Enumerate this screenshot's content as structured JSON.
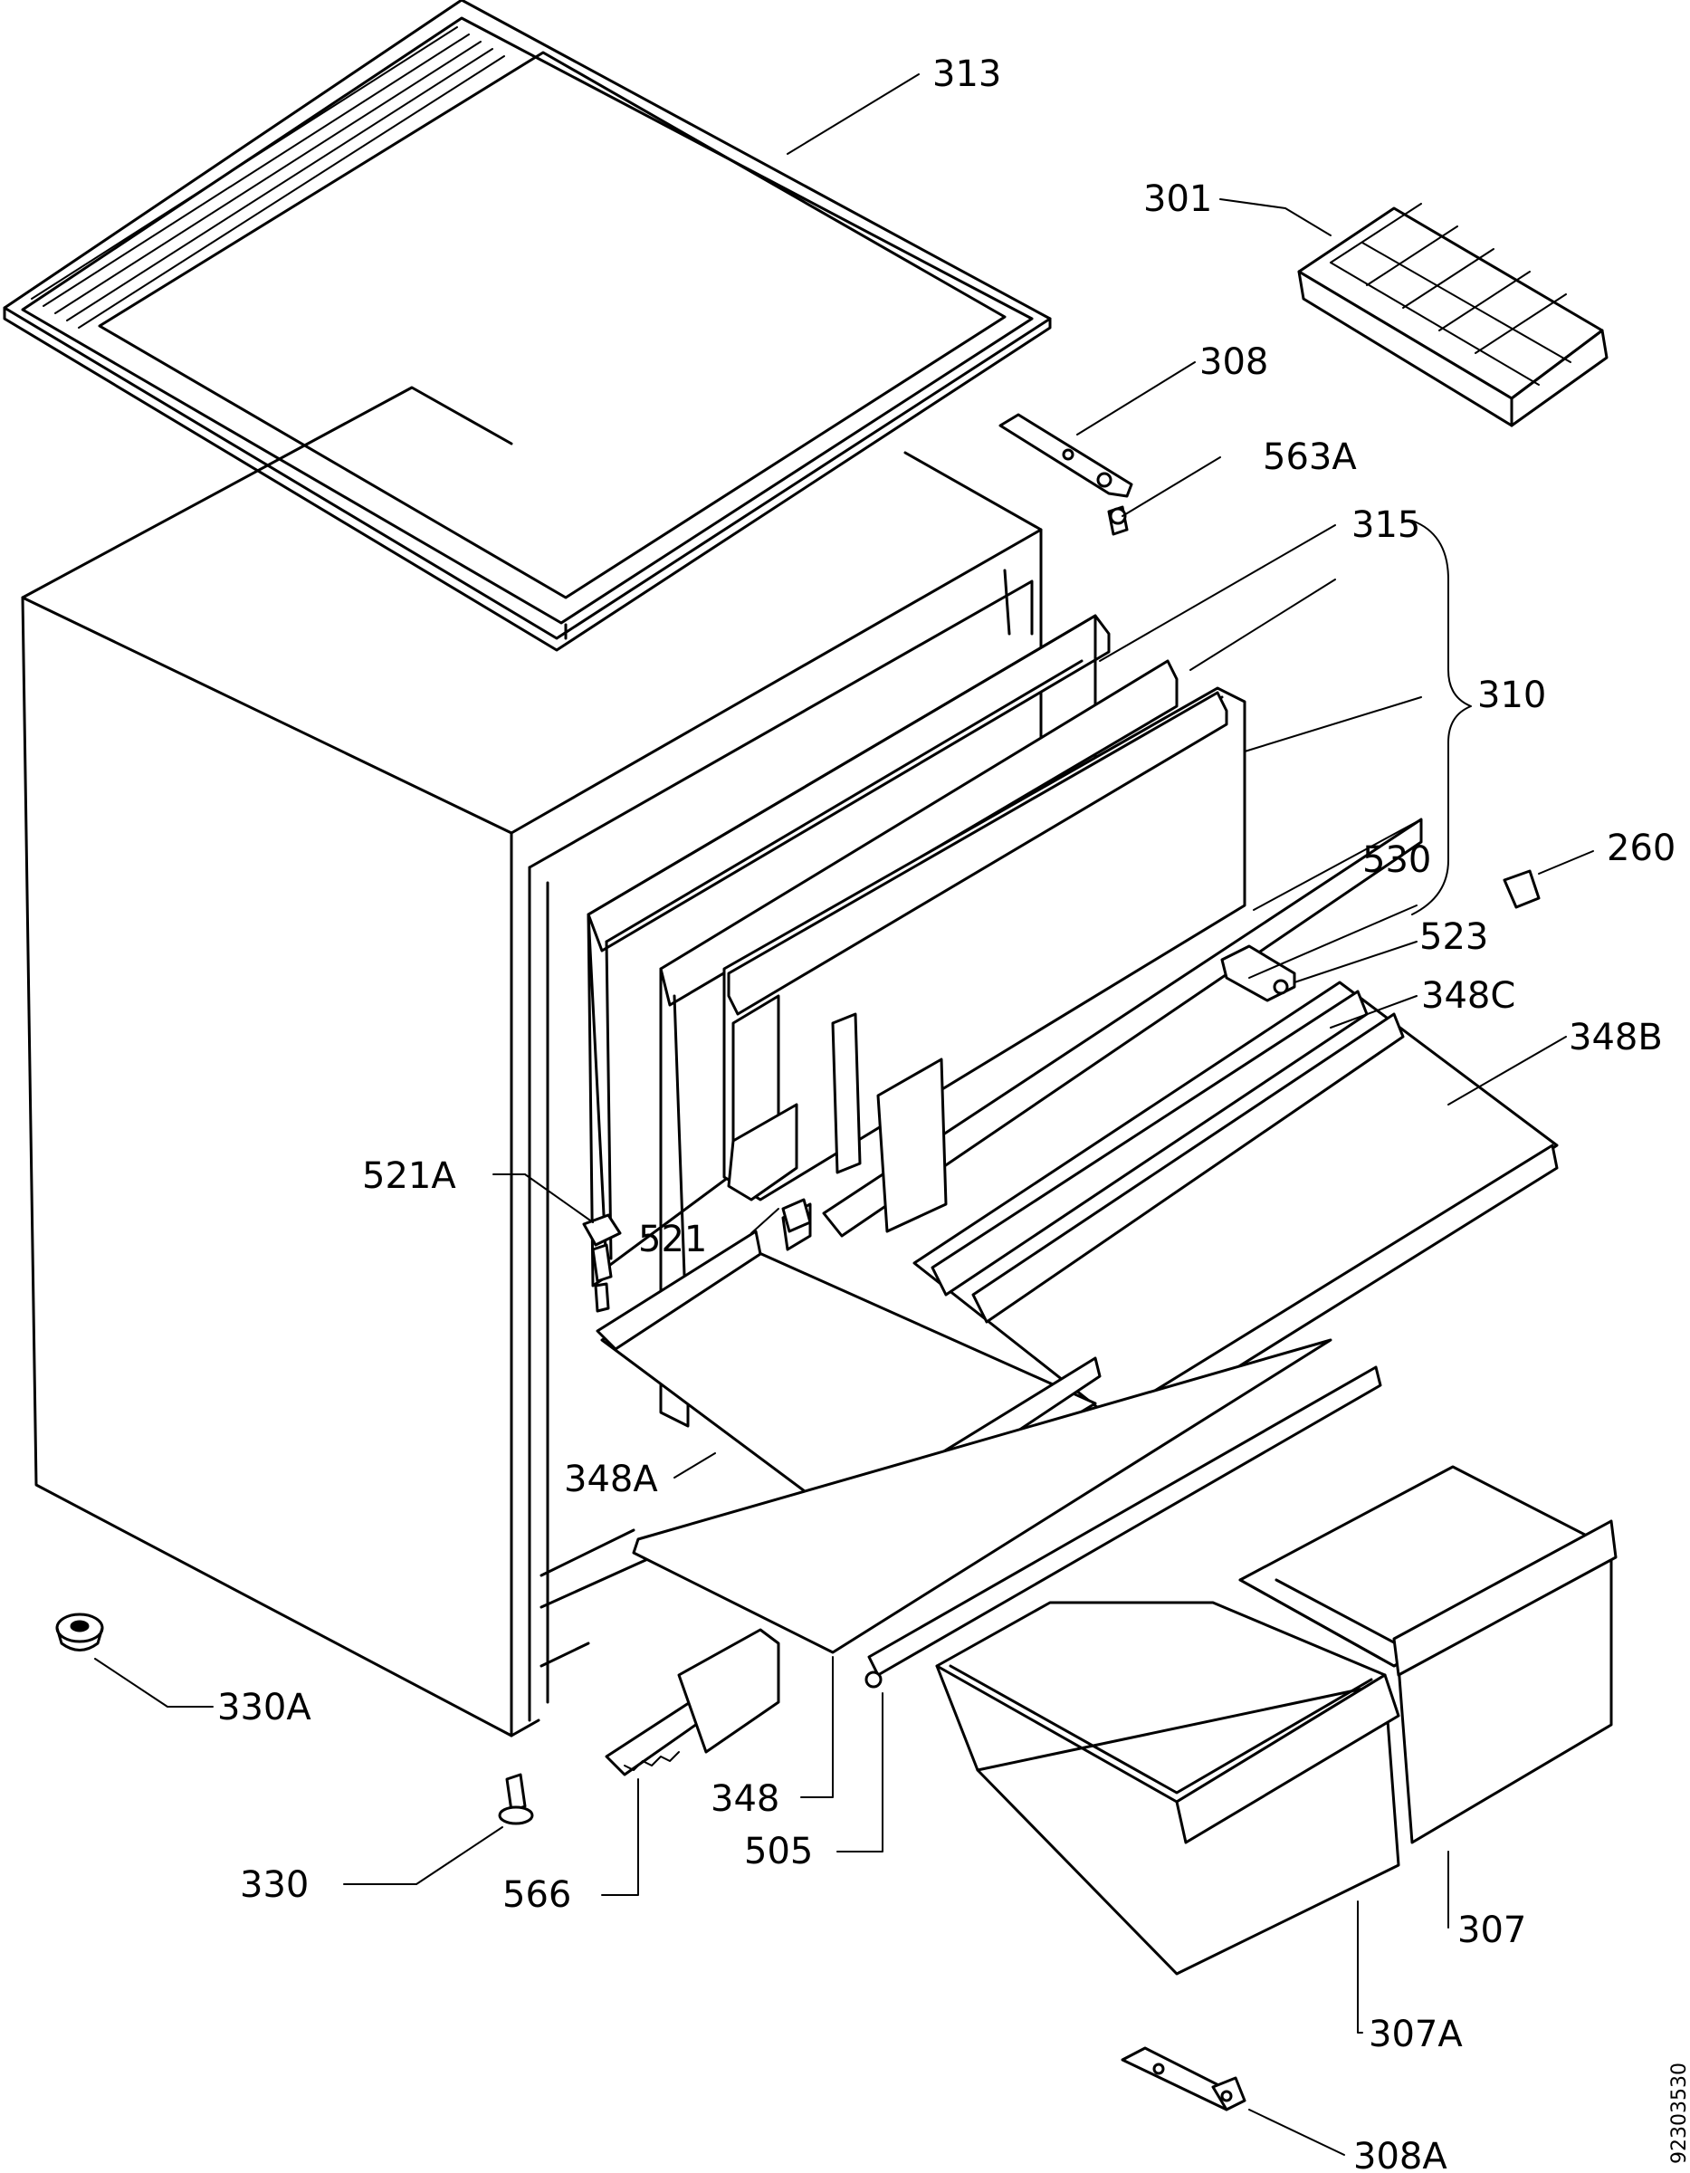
{
  "labels": {
    "p313": "313",
    "p301": "301",
    "p308": "308",
    "p563A": "563A",
    "p315": "315",
    "p310": "310",
    "p260": "260",
    "p530": "530",
    "p523": "523",
    "p348C": "348C",
    "p348B": "348B",
    "p521A": "521A",
    "p521": "521",
    "p348A": "348A",
    "p330A": "330A",
    "p330": "330",
    "p566": "566",
    "p348": "348",
    "p505": "505",
    "p307": "307",
    "p307A": "307A",
    "p308A": "308A"
  },
  "drawing_number": "92303530"
}
